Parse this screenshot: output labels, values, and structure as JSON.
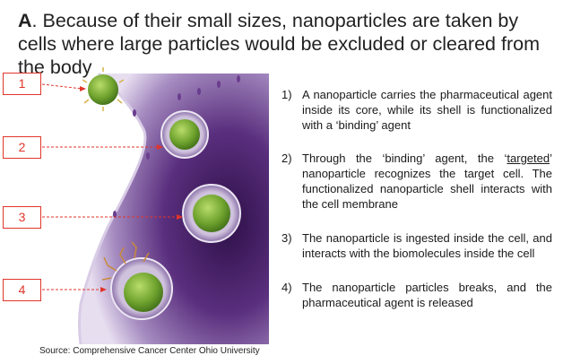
{
  "title": {
    "letter": "A",
    "text": ". Because of their small sizes, nanoparticles are taken by cells where large particles would be excluded or cleared from the body"
  },
  "figure": {
    "step_labels": [
      "1",
      "2",
      "3",
      "4"
    ],
    "colors": {
      "label_red": "#e0352b",
      "cell_purple": "#4a2466",
      "particle_green": "#7fb23a"
    }
  },
  "steps": [
    {
      "num": "1)",
      "text": "A nanoparticle carries the pharmaceutical agent inside its core, while its shell is functionalized with a ‘binding’ agent"
    },
    {
      "num": "2)",
      "pre": "Through the ‘binding’ agent, the ‘",
      "underlined": "targeted",
      "post": "’ nanoparticle recognizes the target cell.  The functionalized nanoparticle shell interacts with the cell membrane"
    },
    {
      "num": "3)",
      "text": "The nanoparticle is ingested inside the cell, and interacts with the biomolecules inside the cell"
    },
    {
      "num": "4)",
      "text": "The nanoparticle particles breaks, and the pharmaceutical agent is released"
    }
  ],
  "source": "Source: Comprehensive Cancer Center Ohio University"
}
